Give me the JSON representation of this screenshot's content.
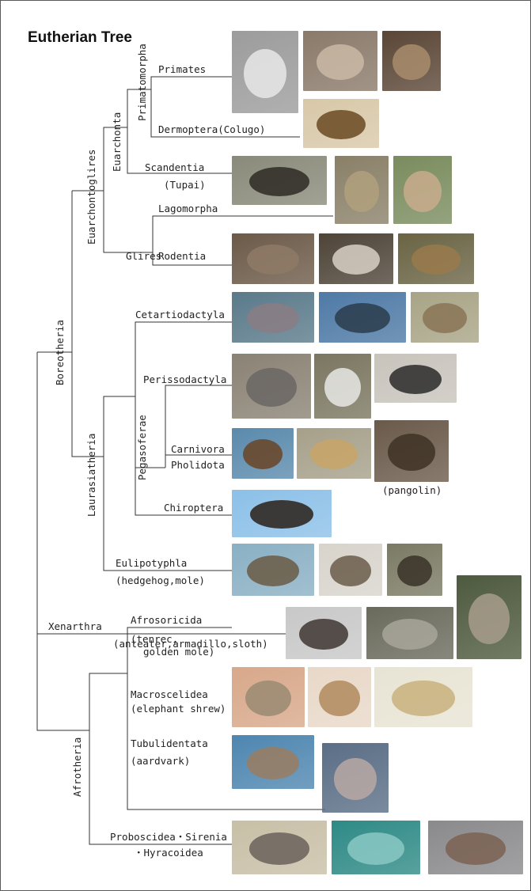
{
  "title": "Eutherian Tree",
  "clades": {
    "boreotheria": "Boreotheria",
    "euarchontoglires": "Euarchontoglires",
    "euarchonta": "Euarchonta",
    "primatomorpha": "Primatomorpha",
    "glires": "Glires",
    "laurasiatheria": "Laurasiatheria",
    "pegasoferae": "Pegasoferae",
    "afrotheria": "Afrotheria"
  },
  "taxa": {
    "primates": "Primates",
    "dermoptera": "Dermoptera(Colugo)",
    "scandentia": "Scandentia",
    "scandentia_note": "(Tupai)",
    "lagomorpha": "Lagomorpha",
    "rodentia": "Rodentia",
    "cetartiodactyla": "Cetartiodactyla",
    "perissodactyla": "Perissodactyla",
    "carnivora": "Carnivora",
    "pholidota": "Pholidota",
    "pangolin_note": "(pangolin)",
    "chiroptera": "Chiroptera",
    "eulipotyphla": "Eulipotyphla",
    "eulipotyphla_note": "(hedgehog,mole)",
    "xenarthra": "Xenarthra",
    "xenarthra_note": "(anteater,armadillo,sloth)",
    "afrosoricida": "Afrosoricida",
    "afrosoricida_note1": "(tenrec,",
    "afrosoricida_note2": "golden mole)",
    "macroscelidea": "Macroscelidea",
    "macroscelidea_note": "(elephant shrew)",
    "tubulidentata": "Tubulidentata",
    "tubulidentata_note": "(aardvark)",
    "proboscidea": "Proboscidea・Sirenia",
    "hyracoidea": "・Hyracoidea"
  },
  "photos": [
    {
      "name": "photo-darwin",
      "depicts": "bearded man",
      "bg": "#9c9c9c",
      "fg": "#e8e8e8"
    },
    {
      "name": "photo-macaque",
      "depicts": "macaque",
      "bg": "#8a7a6a",
      "fg": "#c9b9a4"
    },
    {
      "name": "photo-tarsier",
      "depicts": "tarsier",
      "bg": "#5a4636",
      "fg": "#a98c6c"
    },
    {
      "name": "photo-colugo",
      "depicts": "colugo",
      "bg": "#d8c8a8",
      "fg": "#6a4a22"
    },
    {
      "name": "photo-treeshrew",
      "depicts": "tree shrew",
      "bg": "#8a8a7a",
      "fg": "#2e2a24"
    },
    {
      "name": "photo-pika",
      "depicts": "pika",
      "bg": "#8a8068",
      "fg": "#b0a07c"
    },
    {
      "name": "photo-rabbit",
      "depicts": "rabbit",
      "bg": "#7a8c5e",
      "fg": "#c8ac8c"
    },
    {
      "name": "photo-rat",
      "depicts": "rat",
      "bg": "#6c5a48",
      "fg": "#8e7a66"
    },
    {
      "name": "photo-porcupine",
      "depicts": "porcupine",
      "bg": "#4e4438",
      "fg": "#d8d0c4"
    },
    {
      "name": "photo-squirrel",
      "depicts": "squirrel",
      "bg": "#6a6444",
      "fg": "#9a7a4c"
    },
    {
      "name": "photo-hippo",
      "depicts": "hippopotamus",
      "bg": "#5a7a8a",
      "fg": "#8a7c84"
    },
    {
      "name": "photo-whale",
      "depicts": "whale",
      "bg": "#4e7aa6",
      "fg": "#2c3c4c"
    },
    {
      "name": "photo-antelope",
      "depicts": "antelope",
      "bg": "#a8a486",
      "fg": "#8a7456"
    },
    {
      "name": "photo-rhino",
      "depicts": "rhinoceros",
      "bg": "#8a8274",
      "fg": "#6a6664"
    },
    {
      "name": "photo-zebra",
      "depicts": "zebra",
      "bg": "#7a7660",
      "fg": "#e8e8e4"
    },
    {
      "name": "photo-tapir",
      "depicts": "tapir",
      "bg": "#c8c4bc",
      "fg": "#2a2a2a"
    },
    {
      "name": "photo-sealion",
      "depicts": "sea lion",
      "bg": "#5a8aac",
      "fg": "#6a4426"
    },
    {
      "name": "photo-leopard",
      "depicts": "leopard",
      "bg": "#a6a08a",
      "fg": "#c8a466"
    },
    {
      "name": "photo-pangolin",
      "depicts": "pangolin",
      "bg": "#6a5a4a",
      "fg": "#3e3226"
    },
    {
      "name": "photo-bat",
      "depicts": "bat",
      "bg": "#8cc0e8",
      "fg": "#2a2018"
    },
    {
      "name": "photo-hedgehog",
      "depicts": "hedgehog",
      "bg": "#8ab0c4",
      "fg": "#6a5a44"
    },
    {
      "name": "photo-hedgehog-ball",
      "depicts": "curled hedgehog",
      "bg": "#d8d4cc",
      "fg": "#6a5c4a"
    },
    {
      "name": "photo-mole",
      "depicts": "mole",
      "bg": "#7a7a64",
      "fg": "#3a3228"
    },
    {
      "name": "photo-sloth",
      "depicts": "sloth",
      "bg": "#4e5a3e",
      "fg": "#a89c8c"
    },
    {
      "name": "photo-anteater",
      "depicts": "anteater",
      "bg": "#c8c8c8",
      "fg": "#3e3632"
    },
    {
      "name": "photo-armadillo",
      "depicts": "armadillo",
      "bg": "#6a6a5c",
      "fg": "#a8a49a"
    },
    {
      "name": "photo-tenrec",
      "depicts": "tenrec",
      "bg": "#d8a88a",
      "fg": "#9a8a72"
    },
    {
      "name": "photo-golden-mole",
      "depicts": "golden mole",
      "bg": "#e8d8c8",
      "fg": "#b08a5c"
    },
    {
      "name": "photo-golden-mole-2",
      "depicts": "golden mole",
      "bg": "#e8e4d4",
      "fg": "#c8b07c"
    },
    {
      "name": "photo-elephant-shrew",
      "depicts": "elephant shrew",
      "bg": "#4e86b0",
      "fg": "#9a7c60"
    },
    {
      "name": "photo-aardvark",
      "depicts": "aardvark",
      "bg": "#5a6e86",
      "fg": "#b8a8a4"
    },
    {
      "name": "photo-elephant",
      "depicts": "elephant",
      "bg": "#c8bfa6",
      "fg": "#6a625a"
    },
    {
      "name": "photo-manatee",
      "depicts": "manatee",
      "bg": "#2e8a86",
      "fg": "#8ac8c4"
    },
    {
      "name": "photo-hyrax",
      "depicts": "hyrax",
      "bg": "#8a8a8c",
      "fg": "#7a6252"
    }
  ],
  "line_color": "#333333"
}
